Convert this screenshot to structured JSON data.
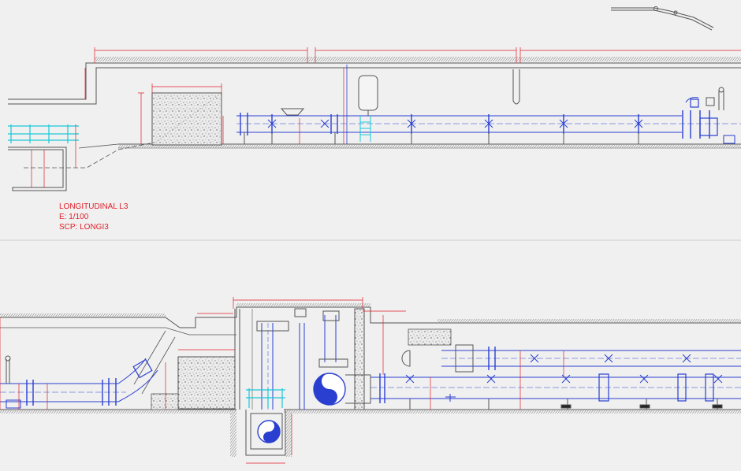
{
  "drawing": {
    "title_block": {
      "line1": "LONGITUDINAL L3",
      "line2": "E: 1/100",
      "line3": "SCP: LONGI3"
    },
    "colors": {
      "background": "#f0f0f0",
      "structure": "#555555",
      "pipe": "#2a3fd0",
      "dimension": "#e0202a",
      "accent": "#19c8d8",
      "hatch": "#777777"
    }
  }
}
